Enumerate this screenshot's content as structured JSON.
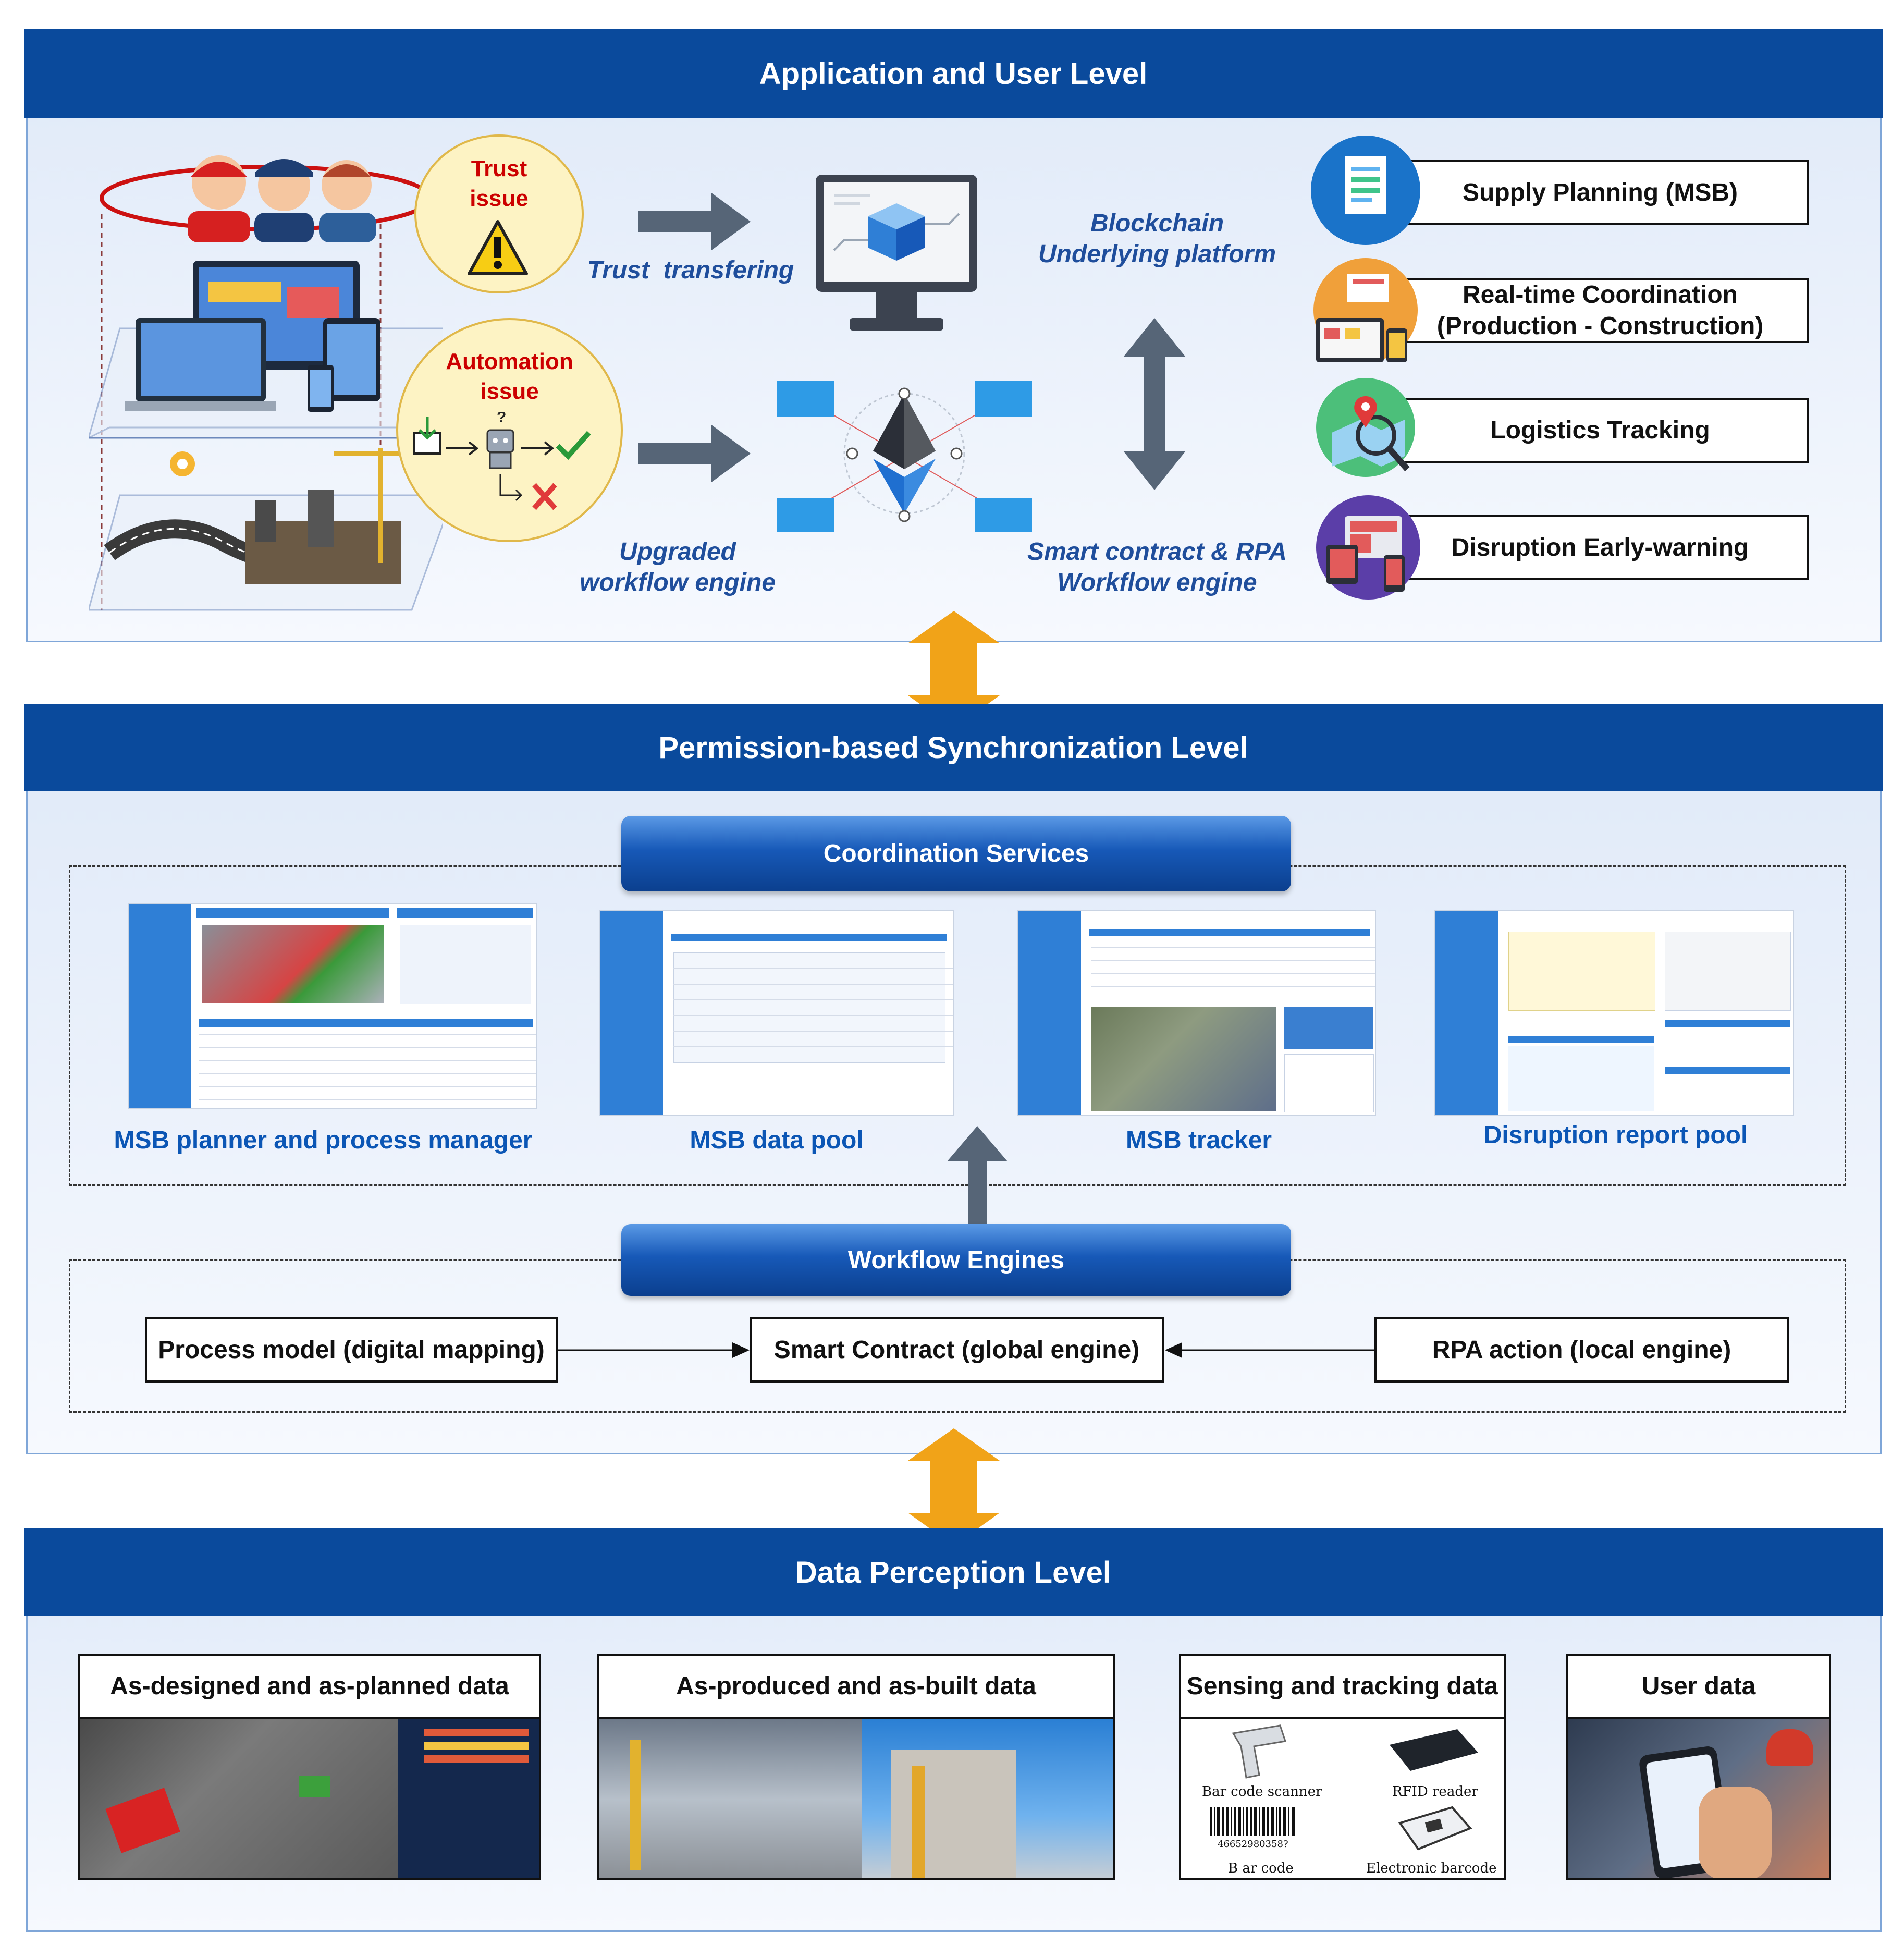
{
  "levels": {
    "top": {
      "title": "Application and User Level"
    },
    "middle": {
      "title": "Permission-based Synchronization Level"
    },
    "bottom": {
      "title": "Data Perception Level"
    }
  },
  "top_level": {
    "trust_issue": "Trust\nissue",
    "automation_issue": "Automation\nissue",
    "trust_transfering": "Trust  transfering",
    "upgraded_workflow": "Upgraded\nworkflow engine",
    "blockchain_platform": "Blockchain\nUnderlying platform",
    "smart_contract_rpa": "Smart contract & RPA\nWorkflow engine",
    "services": [
      {
        "label": "Supply Planning (MSB)",
        "icon": "document-icon",
        "color": "#1a73c9"
      },
      {
        "label": "Real-time Coordination\n(Production - Construction)",
        "icon": "dashboard-icon",
        "color": "#f0a03a"
      },
      {
        "label": "Logistics Tracking",
        "icon": "map-pin-icon",
        "color": "#4cbf7a"
      },
      {
        "label": "Disruption Early-warning",
        "icon": "monitor-alert-icon",
        "color": "#5b3ea8"
      }
    ]
  },
  "middle_level": {
    "coordination_services": "Coordination Services",
    "workflow_engines": "Workflow Engines",
    "apps": [
      {
        "label": "MSB planner and process manager"
      },
      {
        "label": "MSB data pool"
      },
      {
        "label": "MSB tracker"
      },
      {
        "label": "Disruption report pool"
      }
    ],
    "engines": {
      "process_model": "Process model (digital mapping)",
      "smart_contract": "Smart Contract (global engine)",
      "rpa_action": "RPA action (local engine)"
    }
  },
  "bottom_level": {
    "data": [
      {
        "title": "As-designed and as-planned data"
      },
      {
        "title": "As-produced and as-built data"
      },
      {
        "title": "Sensing and tracking data"
      },
      {
        "title": "User data"
      }
    ],
    "devices": {
      "bar_code_scanner": "Bar code scanner",
      "rfid_reader": "RFID reader",
      "bar_code": "B ar code",
      "barcode_number": "46652980358?",
      "electronic_barcode": "Electronic barcode"
    }
  },
  "colors": {
    "header_blue": "#0a4a9c",
    "orange_arrow": "#f1a318",
    "gray_arrow": "#566577"
  }
}
